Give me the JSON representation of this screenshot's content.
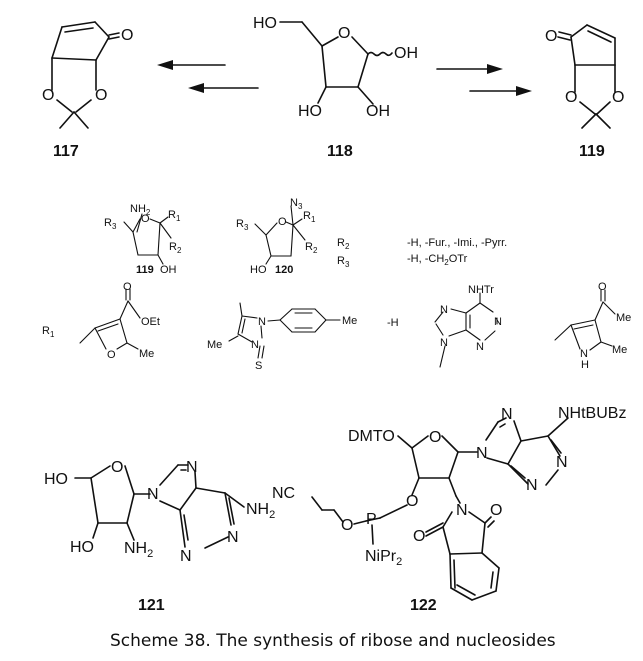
{
  "compounds": {
    "c117": {
      "label": "117",
      "o_ketone": "O",
      "o_left": "O",
      "o_right": "O"
    },
    "c118": {
      "label": "118",
      "ho_top": "HO",
      "o_ring": "O",
      "oh_anomeric": "OH",
      "ho_bottom": "HO",
      "oh_bottom": "OH"
    },
    "c119": {
      "label": "119",
      "o_ketone": "O",
      "o_left": "O",
      "o_right": "O"
    },
    "c119b": {
      "label": "119",
      "nh2": "NH",
      "nh2_sub": "2",
      "r3": "R",
      "r3_sub": "3",
      "o_ring": "O",
      "r1": "R",
      "r1_sub": "1",
      "r2": "R",
      "r2_sub": "2",
      "oh": "OH"
    },
    "c120": {
      "label": "120",
      "n3": "N",
      "n3_sub": "3",
      "r3": "R",
      "r3_sub": "3",
      "o_ring": "O",
      "r1": "R",
      "r1_sub": "1",
      "r2": "R",
      "r2_sub": "2",
      "ho": "HO"
    },
    "c121": {
      "label": "121",
      "ho_top": "HO",
      "o_ring": "O",
      "ho_bottom": "HO",
      "nh2_sugar": "NH",
      "nh2_sugar_sub": "2",
      "n_top": "N",
      "n9": "N",
      "nh2_base": "NH",
      "nh2_base_sub": "2",
      "n_bottom": "N",
      "n_right": "N"
    },
    "c122": {
      "label": "122",
      "dmto": "DMTO",
      "o_ring": "O",
      "o_link": "O",
      "n_top": "N",
      "nhtbubz": "NHtBUBz",
      "n_imid": "N",
      "n_bottom": "N",
      "n_right": "N",
      "nc": "NC",
      "o_ester": "O",
      "p": "P",
      "nipr": "NiPr",
      "nipr_sub": "2",
      "n_phth": "N",
      "o_phth1": "O",
      "o_phth2": "O"
    }
  },
  "legend": {
    "r2_label": "R",
    "r2_sub": "2",
    "r3_label": "R",
    "r3_sub": "3",
    "r2_values": "-H, -Fur., -Imi., -Pyrr.",
    "r3_values_pre": "-H, -CH",
    "r3_values_sub": "2",
    "r3_values_post": "OTr",
    "r1_label": "R",
    "r1_sub": "1",
    "furan_ester": "OEt",
    "furan_o": "O",
    "furan_me": "Me",
    "imid_me_right": "Me",
    "imid_me_left": "Me",
    "imid_n1": "N",
    "imid_n2": "N",
    "imid_s": "S",
    "h_sep": "-H",
    "purine_nhtr": "NHTr",
    "purine_n1": "N",
    "purine_n2": "N",
    "purine_n3": "N",
    "purine_n4": "N",
    "pyrrole_me_top": "Me",
    "pyrrole_me": "Me",
    "pyrrole_n": "N",
    "pyrrole_h": "H",
    "pyrrole_o": "O"
  },
  "caption": "Scheme 38. The synthesis of ribose and nucleosides"
}
